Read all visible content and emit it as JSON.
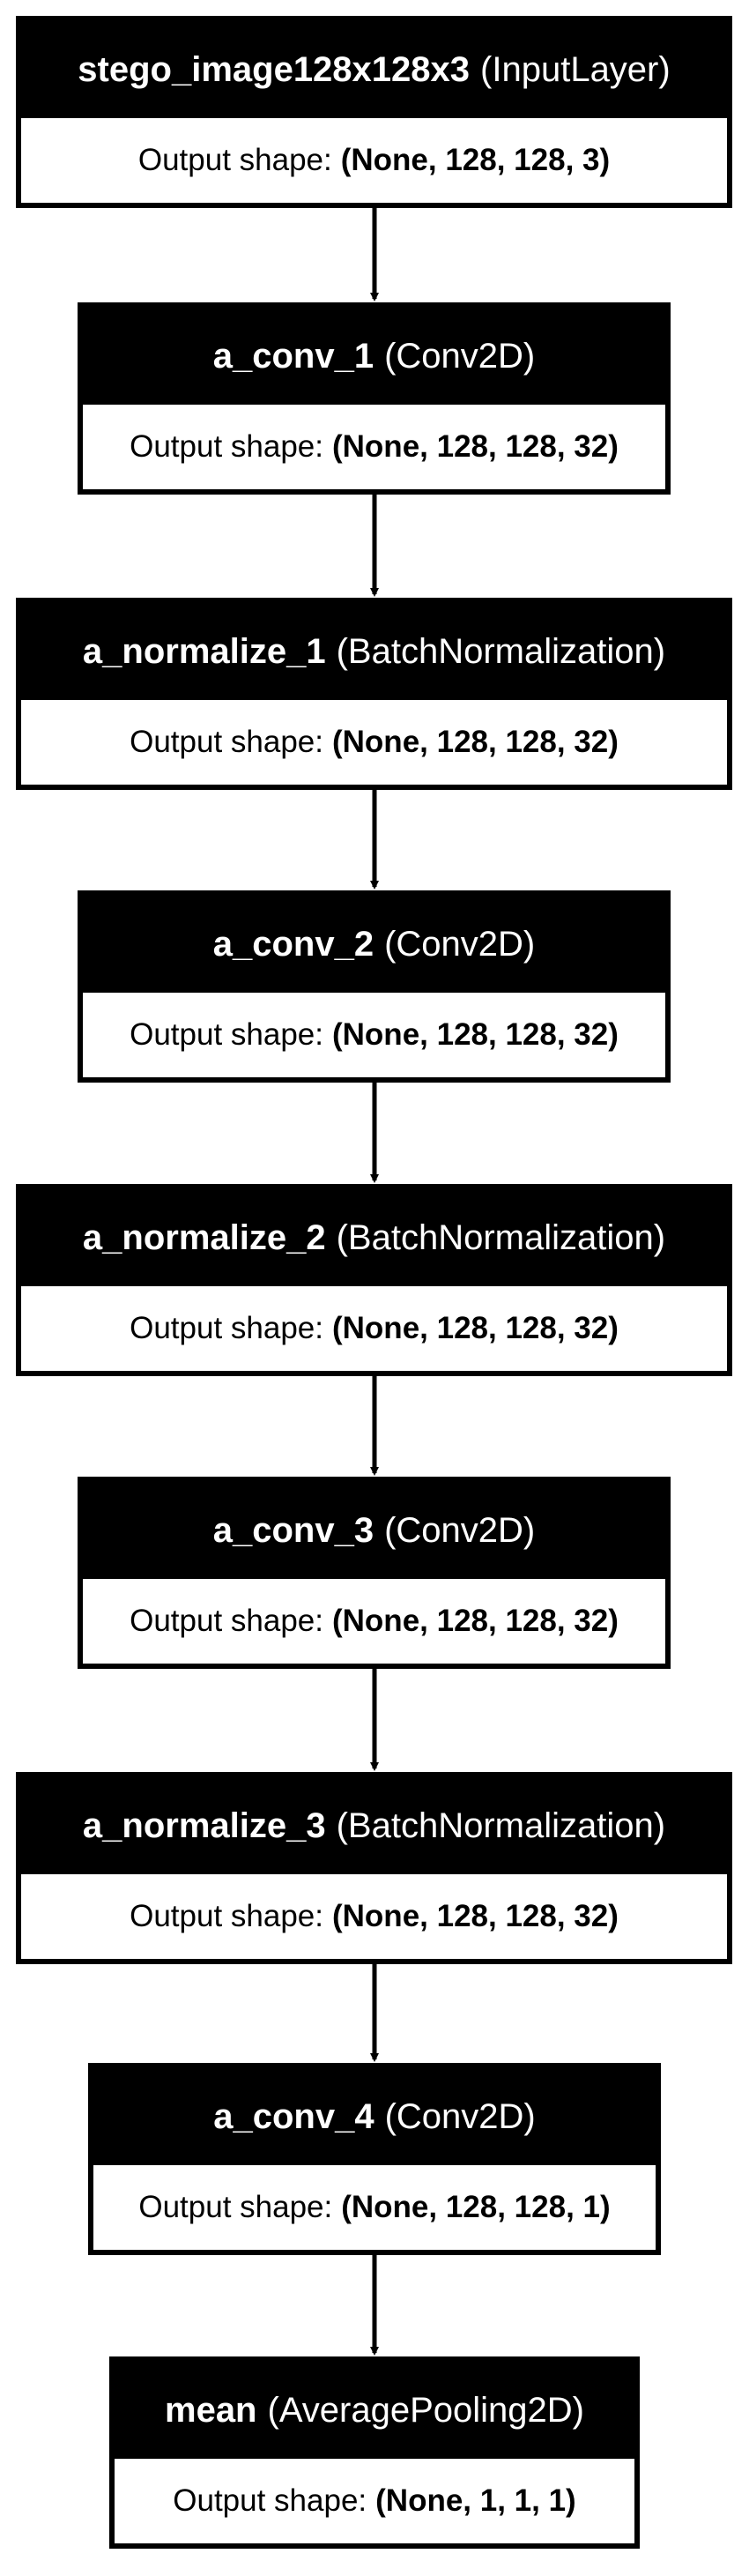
{
  "output_shape_label": "Output shape:",
  "layers": [
    {
      "name": "stego_image128x128x3",
      "type": "(InputLayer)",
      "shape": "(None, 128, 128, 3)"
    },
    {
      "name": "a_conv_1",
      "type": "(Conv2D)",
      "shape": "(None, 128, 128, 32)"
    },
    {
      "name": "a_normalize_1",
      "type": "(BatchNormalization)",
      "shape": "(None, 128, 128, 32)"
    },
    {
      "name": "a_conv_2",
      "type": "(Conv2D)",
      "shape": "(None, 128, 128, 32)"
    },
    {
      "name": "a_normalize_2",
      "type": "(BatchNormalization)",
      "shape": "(None, 128, 128, 32)"
    },
    {
      "name": "a_conv_3",
      "type": "(Conv2D)",
      "shape": "(None, 128, 128, 32)"
    },
    {
      "name": "a_normalize_3",
      "type": "(BatchNormalization)",
      "shape": "(None, 128, 128, 32)"
    },
    {
      "name": "a_conv_4",
      "type": "(Conv2D)",
      "shape": "(None, 128, 128, 1)"
    },
    {
      "name": "mean",
      "type": "(AveragePooling2D)",
      "shape": "(None, 1, 1, 1)"
    }
  ],
  "edges": [
    [
      0,
      1
    ],
    [
      1,
      2
    ],
    [
      2,
      3
    ],
    [
      3,
      4
    ],
    [
      4,
      5
    ],
    [
      5,
      6
    ],
    [
      6,
      7
    ],
    [
      7,
      8
    ]
  ]
}
